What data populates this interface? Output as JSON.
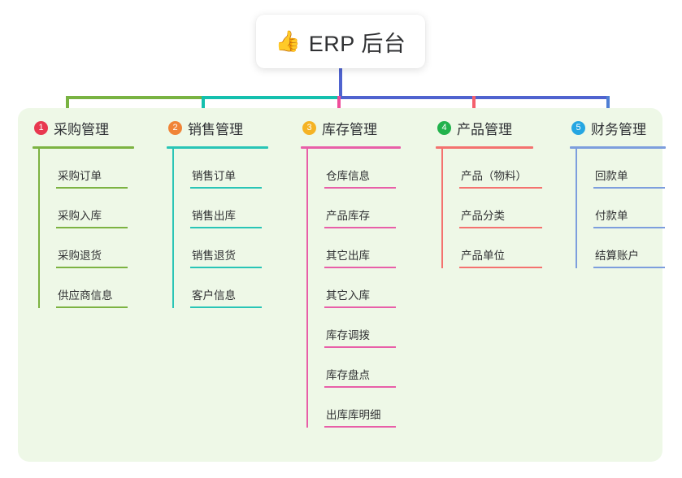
{
  "root": {
    "icon": "thumbs-up-emoji",
    "emoji": "👍",
    "title": "ERP 后台"
  },
  "panel": {
    "background_color": "#eef8e7"
  },
  "connectors": {
    "trunk_color": "#4f63cf",
    "segments": [
      {
        "name": "green-segment",
        "color": "#79b342"
      },
      {
        "name": "teal-segment",
        "color": "#14c0ae"
      },
      {
        "name": "blue-segment",
        "color": "#4f63cf"
      }
    ],
    "drops": [
      {
        "name": "drop-col-1",
        "color": "#79b342"
      },
      {
        "name": "drop-col-2",
        "color": "#14c0ae"
      },
      {
        "name": "drop-col-3",
        "color": "#ef4d9a"
      },
      {
        "name": "drop-col-4",
        "color": "#f4606c"
      },
      {
        "name": "drop-col-5",
        "color": "#4f7fd4"
      }
    ]
  },
  "columns": [
    {
      "index": "1",
      "title": "采购管理",
      "badge_color": "#e8384f",
      "line_color": "#7cb342",
      "items": [
        {
          "label": "采购订单"
        },
        {
          "label": "采购入库"
        },
        {
          "label": "采购退货"
        },
        {
          "label": "供应商信息"
        }
      ]
    },
    {
      "index": "2",
      "title": "销售管理",
      "badge_color": "#f08437",
      "line_color": "#29c5b6",
      "items": [
        {
          "label": "销售订单"
        },
        {
          "label": "销售出库"
        },
        {
          "label": "销售退货"
        },
        {
          "label": "客户信息"
        }
      ]
    },
    {
      "index": "3",
      "title": "库存管理",
      "badge_color": "#f5b битва"
    }
  ]
}
